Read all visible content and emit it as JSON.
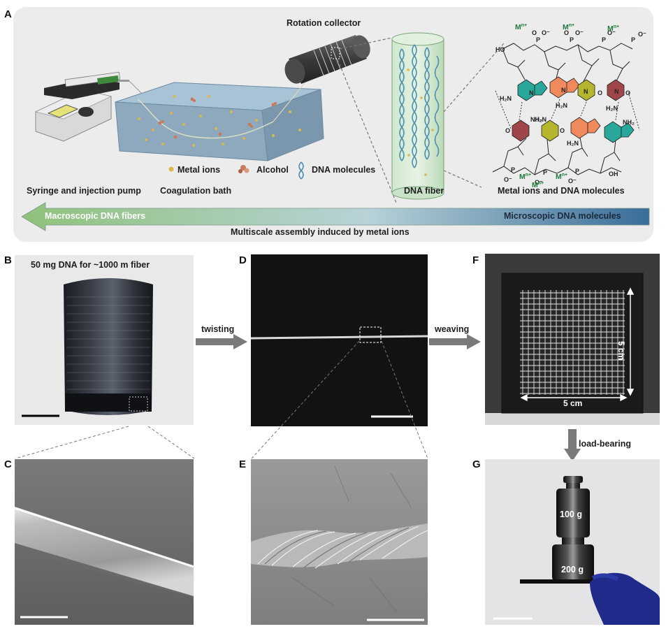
{
  "panels": {
    "a": "A",
    "b": "B",
    "c": "C",
    "d": "D",
    "e": "E",
    "f": "F",
    "g": "G"
  },
  "schematic": {
    "rotation_collector": "Rotation collector",
    "syringe_pump": "Syringe and injection pump",
    "coagulation_bath": "Coagulation bath",
    "dna_fiber": "DNA fiber",
    "metal_ions_dna": "Metal ions and DNA molecules",
    "legend": {
      "metal_ions": "Metal ions",
      "alcohol": "Alcohol",
      "dna_molecules": "DNA molecules"
    },
    "arrow_left": "Macroscopic DNA fibers",
    "arrow_right": "Microscopic DNA molecules",
    "caption": "Multiscale assembly induced by metal ions"
  },
  "structure": {
    "ion": "M",
    "charge": "n+",
    "phosphate": "P",
    "o": "O",
    "o_minus": "O⁻",
    "n": "N",
    "nh2": "NH₂",
    "h2n": "H₂N",
    "ho": "HO",
    "oh": "OH"
  },
  "photos": {
    "b_caption": "50 mg DNA for ~1000 m fiber",
    "twisting": "twisting",
    "weaving": "weaving",
    "load_bearing": "load-bearing",
    "five_cm_h": "5 cm",
    "five_cm_v": "5 cm",
    "weight_100": "100 g",
    "weight_200": "200 g"
  },
  "colors": {
    "panel_bg": "#ececec",
    "arrow_green": "#8fc27a",
    "arrow_blue": "#3a6d9a",
    "ion_green": "#1f7a3e",
    "base_teal": "#2aa79b",
    "base_salmon": "#f08a5d",
    "base_olive": "#b5b52e",
    "base_maroon": "#a0454a"
  },
  "icons": [
    "syringe-pump-icon",
    "coagulation-bath-icon",
    "rotation-collector-icon",
    "dna-fiber-icon",
    "dna-helix-icon",
    "metal-ion-icon",
    "alcohol-icon",
    "weight-icon",
    "glove-icon",
    "arrow-right-icon",
    "arrow-down-icon"
  ]
}
